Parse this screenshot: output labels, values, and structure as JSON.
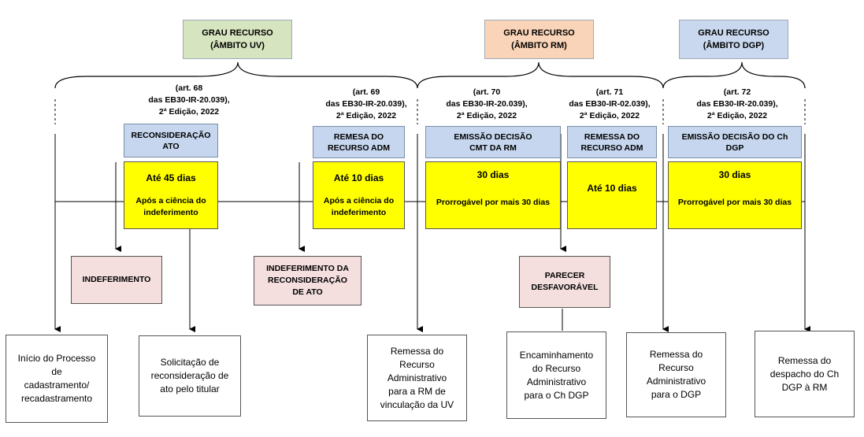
{
  "headers": {
    "uv": {
      "line1": "GRAU RECURSO",
      "line2": "(ÂMBITO UV)"
    },
    "rm": {
      "line1": "GRAU RECURSO",
      "line2": "(ÂMBITO RM)"
    },
    "dgp": {
      "line1": "GRAU RECURSO",
      "line2": "(ÂMBITO DGP)"
    }
  },
  "refs": [
    {
      "art": "(art. 68",
      "doc": "das EB30-IR-20.039),",
      "ed": "2ª Edição, 2022"
    },
    {
      "art": "(art. 69",
      "doc": "das EB30-IR-20.039),",
      "ed": "2ª Edição, 2022"
    },
    {
      "art": "(art. 70",
      "doc": "das EB30-IR-20.039),",
      "ed": "2ª Edição, 2022"
    },
    {
      "art": "(art. 71",
      "doc": "das EB30-IR-02.039),",
      "ed": "2ª Edição, 2022"
    },
    {
      "art": "(art. 72",
      "doc": "das EB30-IR-20.039),",
      "ed": "2ª Edição, 2022"
    }
  ],
  "stages": [
    {
      "title1": "RECONSIDERAÇÃO",
      "title2": "ATO",
      "deadline": "Até 45 dias",
      "note1": "Após a ciência do",
      "note2": "indeferimento"
    },
    {
      "title1": "REMESA DO",
      "title2": "RECURSO ADM",
      "deadline": "Até 10 dias",
      "note1": "Após a ciência do",
      "note2": "indeferimento"
    },
    {
      "title1": "EMISSÃO DECISÃO",
      "title2": "CMT DA RM",
      "deadline": "30 dias",
      "note1": "Prorrogável por mais 30 dias",
      "note2": ""
    },
    {
      "title1": "REMESSA DO",
      "title2": "RECURSO ADM",
      "deadline": "Até 10 dias",
      "note1": "",
      "note2": ""
    },
    {
      "title1": "EMISSÃO DECISÃO DO Ch",
      "title2": "DGP",
      "deadline": "30 dias",
      "note1": "Prorrogável por mais 30 dias",
      "note2": ""
    }
  ],
  "outcomes": {
    "indeferimento": "INDEFERIMENTO",
    "indef_recon": {
      "l1": "INDEFERIMENTO DA",
      "l2": "RECONSIDERAÇÃO",
      "l3": "DE ATO"
    },
    "parecer": {
      "l1": "PARECER",
      "l2": "DESFAVORÁVEL"
    }
  },
  "results": [
    {
      "l1": "Início do Processo",
      "l2": "de",
      "l3": "cadastramento/",
      "l4": "recadastramento",
      "l5": ""
    },
    {
      "l1": "Solicitação de",
      "l2": "reconsideração de",
      "l3": "ato pelo titular",
      "l4": "",
      "l5": ""
    },
    {
      "l1": "Remessa do",
      "l2": "Recurso",
      "l3": "Administrativo",
      "l4": "para a RM de",
      "l5": "vinculação da UV"
    },
    {
      "l1": "Encaminhamento",
      "l2": "do Recurso",
      "l3": "Administrativo",
      "l4": "para o Ch DGP",
      "l5": ""
    },
    {
      "l1": "Remessa do",
      "l2": "Recurso",
      "l3": "Administrativo",
      "l4": "para o DGP",
      "l5": ""
    },
    {
      "l1": "Remessa do",
      "l2": "despacho do Ch",
      "l3": "DGP à RM",
      "l4": "",
      "l5": ""
    }
  ]
}
